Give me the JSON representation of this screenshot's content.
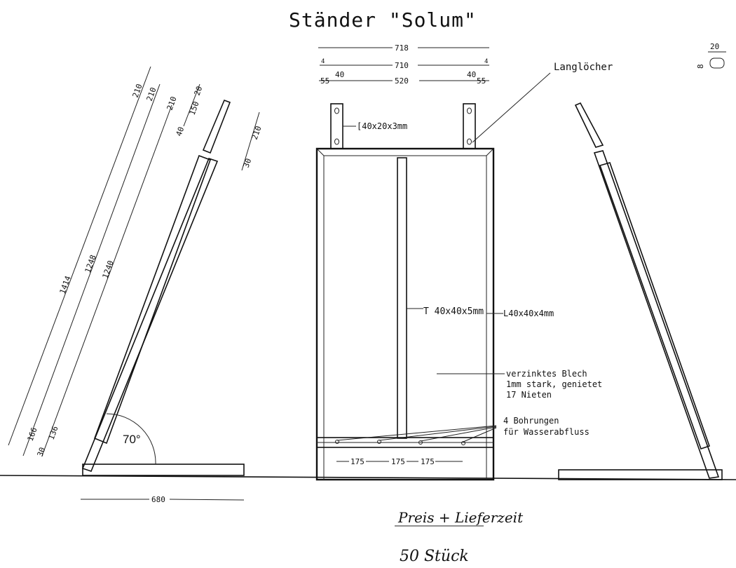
{
  "title": "Ständer \"Solum\"",
  "top_dims": {
    "overall": "718",
    "inner": "710",
    "span": "520",
    "left_40": "40",
    "right_40": "40",
    "left_55": "55",
    "right_55": "55",
    "left_4": "4",
    "right_4": "4"
  },
  "slot_detail": {
    "label": "Langlöcher",
    "width": "20",
    "height": "8"
  },
  "labels": {
    "bracket": "[40x20x3mm",
    "t_bar": "T 40x40x5mm",
    "l_bar": "L40x40x4mm",
    "sheet": [
      "verzinktes Blech",
      "1mm stark, genietet",
      "17 Nieten"
    ],
    "holes": [
      "4 Bohrungen",
      "für Wasserabfluss"
    ]
  },
  "side_dims": {
    "d1414": "1414",
    "d1248": "1248",
    "d1240": "1240",
    "d210a": "210",
    "d210b": "210",
    "d210c": "210",
    "d210d": "210",
    "d150": "150",
    "d20": "20",
    "d40": "40",
    "d30top": "30",
    "d166": "166",
    "d136": "136",
    "d30": "30",
    "angle": "70°",
    "base": "680"
  },
  "bottom_dims": [
    "175",
    "175",
    "175"
  ],
  "handwritten": {
    "line1": "Preis + Lieferzeit",
    "line2": "50 Stück"
  }
}
